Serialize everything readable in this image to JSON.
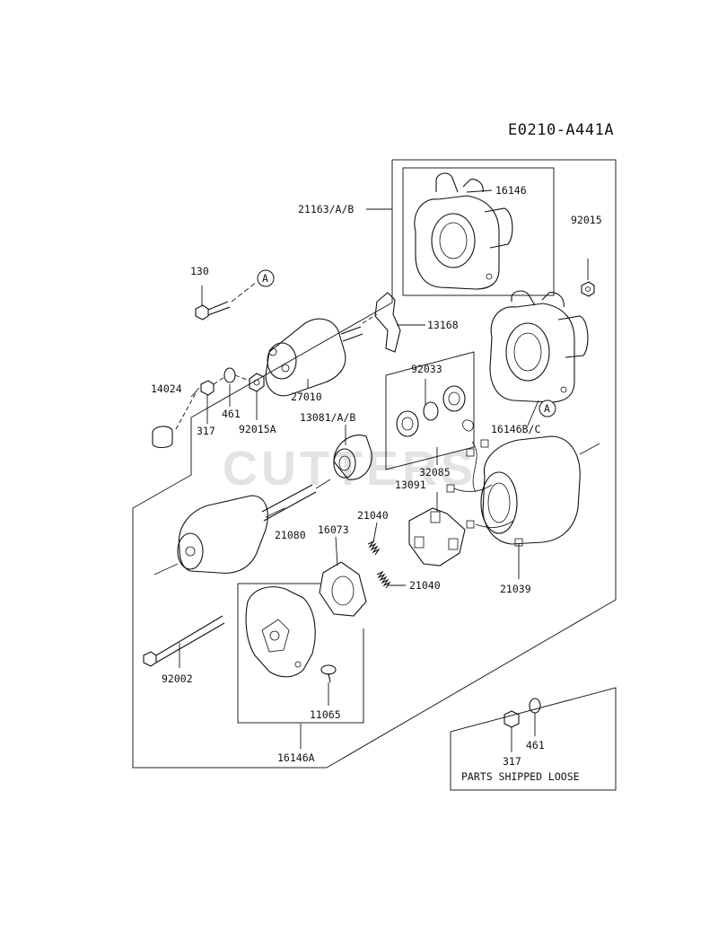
{
  "diagram_code": "E0210-A441A",
  "watermark": "CUTTERS",
  "callout_marker": "A",
  "loose_parts_caption": "PARTS SHIPPED LOOSE",
  "labels": {
    "p16146": "16146",
    "p21163": "21163/A/B",
    "p92015": "92015",
    "p130": "130",
    "p13168": "13168",
    "p92033": "92033",
    "p14024": "14024",
    "p27010": "27010",
    "p461": "461",
    "p317": "317",
    "p92015A": "92015A",
    "p13081": "13081/A/B",
    "p16146BC": "16146B/C",
    "p32085": "32085",
    "p13091": "13091",
    "p21040a": "21040",
    "p16073": "16073",
    "p21080": "21080",
    "p21040b": "21040",
    "p21039": "21039",
    "p92002": "92002",
    "p11065": "11065",
    "p16146A": "16146A",
    "p317b": "317",
    "p461b": "461"
  }
}
